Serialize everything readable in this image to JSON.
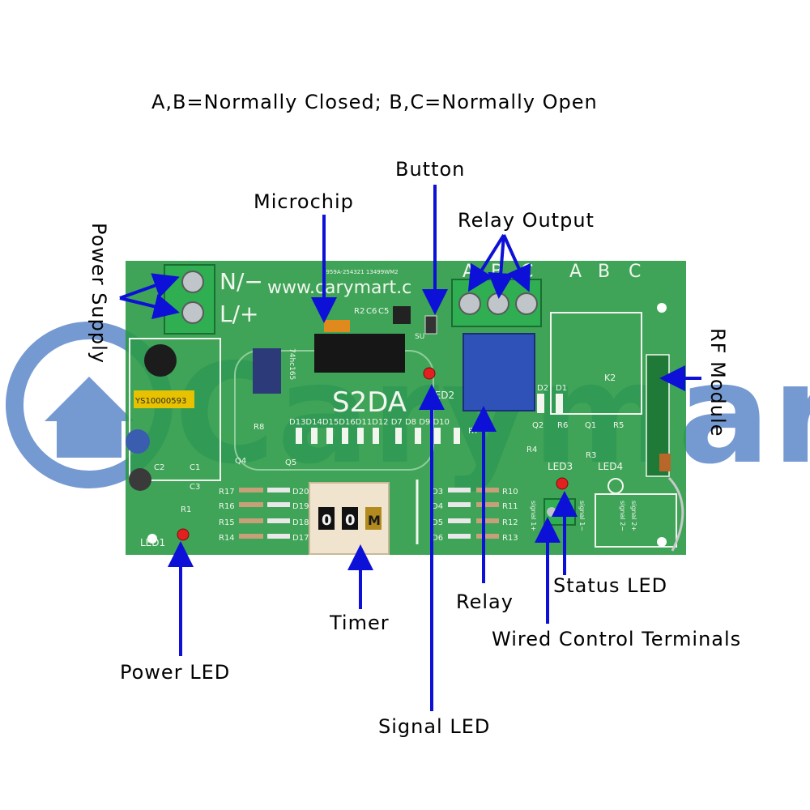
{
  "header": {
    "text": "A,B=Normally Closed; B,C=Normally Open"
  },
  "watermark": {
    "text": "Carymart"
  },
  "colors": {
    "board": "#2a9a46",
    "arrow": "#0d10d6",
    "watermark": "#5d88c9",
    "silk": "#f2f6ee",
    "terminal": "#2fae52"
  },
  "board": {
    "terminal_labels": {
      "neutral": "N/−",
      "line": "L/+"
    },
    "website": "www.carymart.c",
    "chip_code": "7959A-254321 13499WM2",
    "model": "S2DA",
    "relay_terminals": [
      "A",
      "B",
      "C"
    ],
    "blank_terminals": [
      "A",
      "B",
      "C"
    ],
    "components": {
      "led1": "LED1",
      "led2": "LED2",
      "led3": "LED3",
      "led4": "LED4",
      "k2": "K2",
      "q1": "Q1",
      "q2": "Q2",
      "q4": "Q4",
      "q5": "Q5",
      "r3": "R3",
      "r4": "R4",
      "r5": "R5",
      "r6": "R6",
      "r7": "R7",
      "r8": "R8",
      "r1": "R1",
      "c1": "C1",
      "c2": "C2",
      "c3": "C3",
      "c5": "C5",
      "c6": "C6",
      "r2": "R2",
      "d1": "D1",
      "d2": "D2",
      "su": "SU",
      "ic_shift": "74hc165",
      "diode_top": "D13D14D15D16D11D12 D7 D8 D9 D10",
      "res_left": [
        "R17",
        "R16",
        "R15",
        "R14"
      ],
      "diode_left": [
        "D20",
        "D19",
        "D18",
        "D17"
      ],
      "diode_right": [
        "D3",
        "D4",
        "D5",
        "D6"
      ],
      "res_right": [
        "R10",
        "R11",
        "R12",
        "R13"
      ],
      "transformer": "YS10000593",
      "signal_terms": [
        "signal 1+",
        "signal 1−",
        "signal 2−",
        "signal 2+"
      ]
    },
    "timer_digits": [
      "0",
      "0",
      "M"
    ]
  },
  "labels": {
    "power_supply": "Power Supply",
    "microchip": "Microchip",
    "button": "Button",
    "relay_output": "Relay Output",
    "rf_module": "RF Module",
    "power_led": "Power LED",
    "timer": "Timer",
    "signal_led": "Signal LED",
    "relay": "Relay",
    "status_led": "Status LED",
    "wired_control": "Wired Control Terminals"
  }
}
